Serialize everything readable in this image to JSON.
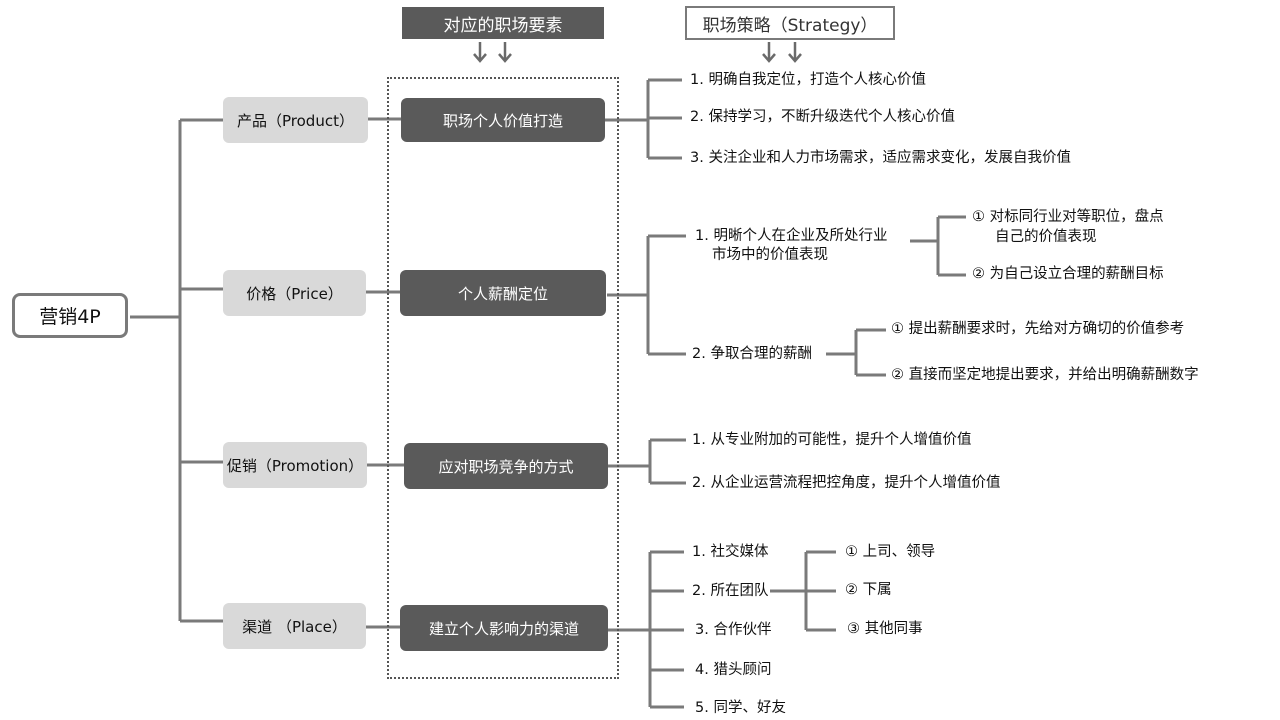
{
  "root": "营销4P",
  "headers": {
    "elements": "对应的职场要素",
    "strategy": "职场策略（Strategy）"
  },
  "branches": [
    {
      "p": "产品（Product）",
      "element": "职场个人价值打造",
      "strategies": [
        "1. 明确自我定位，打造个人核心价值",
        "2. 保持学习，不断升级迭代个人核心价值",
        "3. 关注企业和人力市场需求，适应需求变化，发展自我价值"
      ]
    },
    {
      "p": "价格（Price）",
      "element": "个人薪酬定位",
      "strategies": [
        {
          "line1": "1. 明晰个人在企业及所处行业",
          "line2": "市场中的价值表现",
          "subs": [
            {
              "line1": "① 对标同行业对等职位，盘点",
              "line2": "自己的价值表现"
            },
            {
              "line1": "② 为自己设立合理的薪酬目标"
            }
          ]
        },
        {
          "line1": "2. 争取合理的薪酬",
          "subs": [
            {
              "line1": "①  提出薪酬要求时，先给对方确切的价值参考"
            },
            {
              "line1": "② 直接而坚定地提出要求，并给出明确薪酬数字"
            }
          ]
        }
      ]
    },
    {
      "p": "促销（Promotion）",
      "element": "应对职场竞争的方式",
      "strategies": [
        "1. 从专业附加的可能性，提升个人增值价值",
        "2. 从企业运营流程把控角度，提升个人增值价值"
      ]
    },
    {
      "p": "渠道  （Place）",
      "element": "建立个人影响力的渠道",
      "strategies": [
        "1. 社交媒体",
        "2. 所在团队",
        "3. 合作伙伴",
        "4. 猎头顾问",
        "5. 同学、好友"
      ],
      "team_subs": [
        "① 上司、领导",
        "② 下属",
        "③ 其他同事"
      ]
    }
  ]
}
